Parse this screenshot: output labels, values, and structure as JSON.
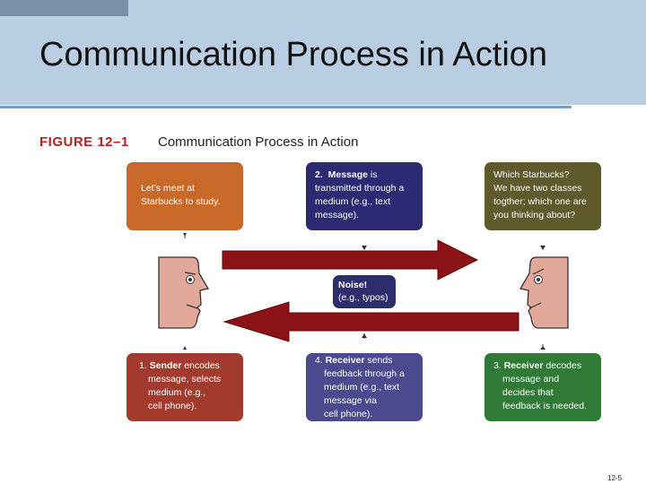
{
  "slide": {
    "title": "Communication Process in Action",
    "page_number": "12-5"
  },
  "figure": {
    "label": "FIGURE 12–1",
    "title": "Communication Process in Action"
  },
  "boxes": {
    "meet": {
      "line1": "Let’s meet at",
      "line2": "Starbucks to study."
    },
    "message": {
      "number": "2.",
      "keyword": "Message",
      "line1_rest": " is",
      "line2": "transmitted through a",
      "line3": "medium (e.g., text",
      "line4": "message)."
    },
    "which": {
      "line1": "Which Starbucks?",
      "line2": "We have two classes",
      "line3": "togther; which one are",
      "line4": "you thinking about?"
    },
    "noise": {
      "keyword": "Noise!",
      "line2": "(e.g., typos)"
    },
    "sender": {
      "number": "1.",
      "keyword": "Sender",
      "line1_rest": " encodes",
      "line2": "message, selects",
      "line3": "medium (e.g.,",
      "line4": "cell phone)."
    },
    "feedback": {
      "number": "4.",
      "keyword": "Receiver",
      "line1_rest": " sends",
      "line2": "feedback through a",
      "line3": "medium (e.g., text",
      "line4": "message via",
      "line5": "cell phone)."
    },
    "decode": {
      "number": "3.",
      "keyword": "Receiver",
      "line1_rest": " decodes",
      "line2": "message and",
      "line3": "decides that",
      "line4": "feedback is needed."
    }
  },
  "colors": {
    "header_band": "#b9cde3",
    "arrow": "#8b1215",
    "face": "#e2a99a",
    "figure_label": "#b62022"
  }
}
